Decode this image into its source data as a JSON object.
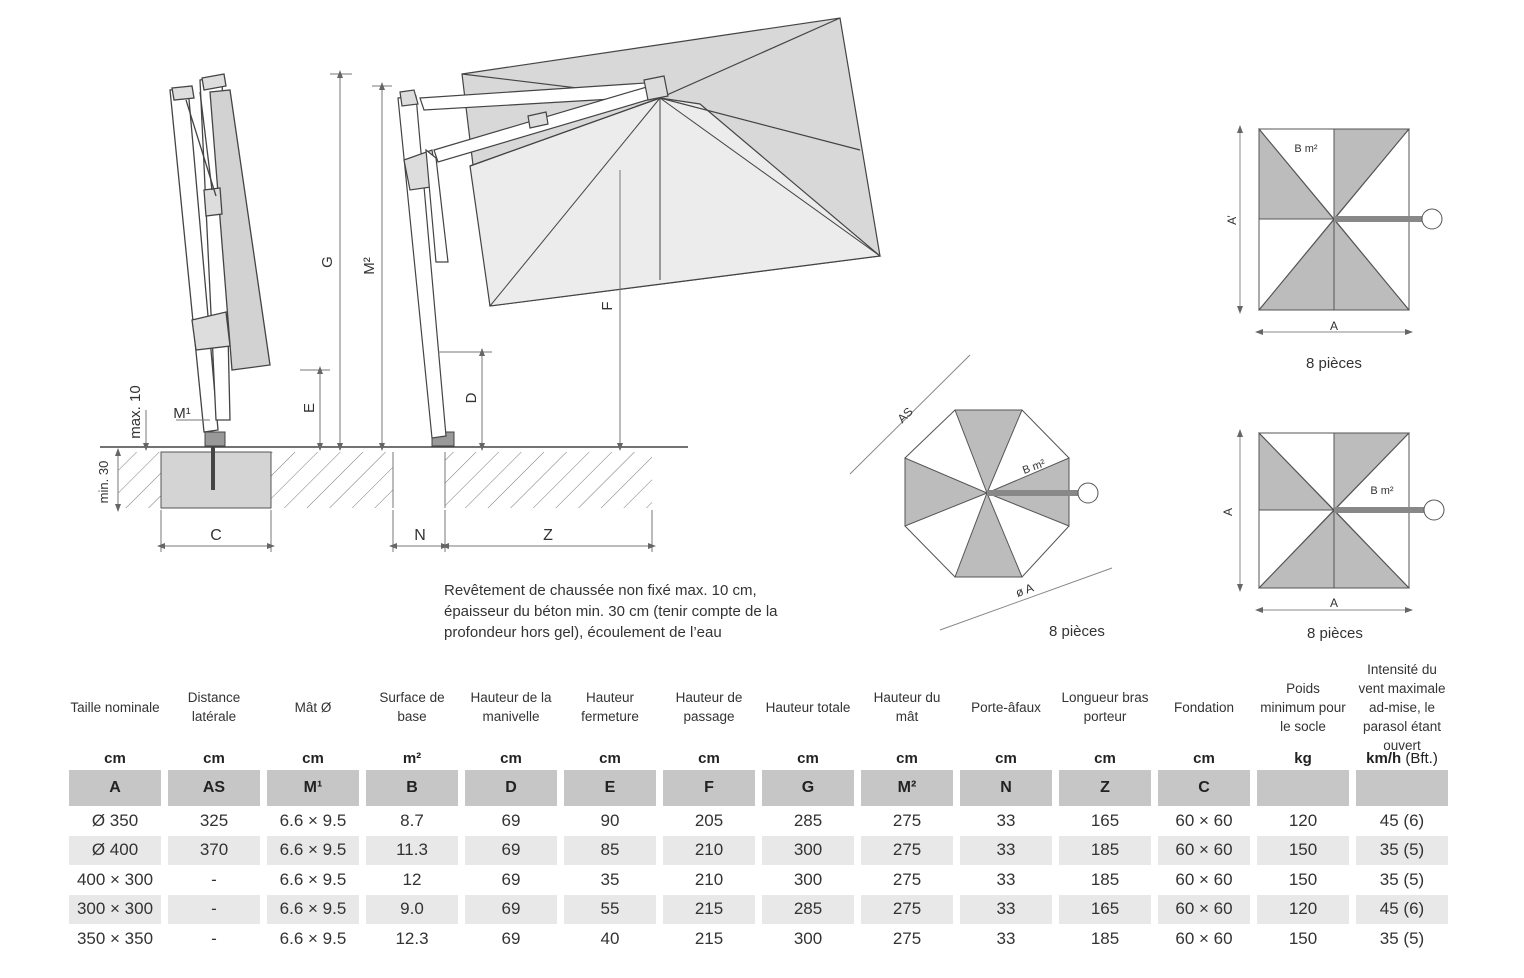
{
  "diagram": {
    "labels": {
      "G": "G",
      "M2": "M²",
      "F": "F",
      "E": "E",
      "D": "D",
      "M1": "M¹",
      "max10": "max. 10",
      "min30": "min. 30",
      "C": "C",
      "N": "N",
      "Z": "Z",
      "AS": "AS",
      "Bm2": "B m²",
      "phiA": "ø A",
      "A": "A",
      "Aprime": "A’"
    },
    "note_lines": [
      "Revêtement de chaussée non fixé max. 10 cm,",
      "épaisseur du béton min. 30 cm (tenir compte de la",
      "profondeur hors gel), écoulement de l’eau"
    ],
    "pieces": "8 pièces"
  },
  "table": {
    "headers": [
      "Taille nominale",
      "Distance latérale",
      "Mât Ø",
      "Surface de base",
      "Hauteur de la manivelle",
      "Hauteur fermeture",
      "Hauteur de passage",
      "Hauteur totale",
      "Hauteur du mât",
      "Porte-âfaux",
      "Longueur bras porteur",
      "Fondation",
      "Poids minimum pour le socle",
      "Intensité du vent maximale ad-mise, le parasol étant ouvert"
    ],
    "units": [
      "cm",
      "cm",
      "cm",
      "m²",
      "cm",
      "cm",
      "cm",
      "cm",
      "cm",
      "cm",
      "cm",
      "cm",
      "kg",
      "km/h"
    ],
    "units_extra": "(Bft.)",
    "letters": [
      "A",
      "AS",
      "M¹",
      "B",
      "D",
      "E",
      "F",
      "G",
      "M²",
      "N",
      "Z",
      "C",
      "",
      ""
    ],
    "rows": [
      [
        "Ø 350",
        "325",
        "6.6 × 9.5",
        "8.7",
        "69",
        "90",
        "205",
        "285",
        "275",
        "33",
        "165",
        "60 × 60",
        "120",
        "45 (6)"
      ],
      [
        "Ø 400",
        "370",
        "6.6 × 9.5",
        "11.3",
        "69",
        "85",
        "210",
        "300",
        "275",
        "33",
        "185",
        "60 × 60",
        "150",
        "35 (5)"
      ],
      [
        "400 × 300",
        "-",
        "6.6 × 9.5",
        "12",
        "69",
        "35",
        "210",
        "300",
        "275",
        "33",
        "185",
        "60 × 60",
        "150",
        "35 (5)"
      ],
      [
        "300 × 300",
        "-",
        "6.6 × 9.5",
        "9.0",
        "69",
        "55",
        "215",
        "285",
        "275",
        "33",
        "165",
        "60 × 60",
        "120",
        "45 (6)"
      ],
      [
        "350 × 350",
        "-",
        "6.6 × 9.5",
        "12.3",
        "69",
        "40",
        "215",
        "300",
        "275",
        "33",
        "185",
        "60 × 60",
        "150",
        "35 (5)"
      ]
    ]
  }
}
